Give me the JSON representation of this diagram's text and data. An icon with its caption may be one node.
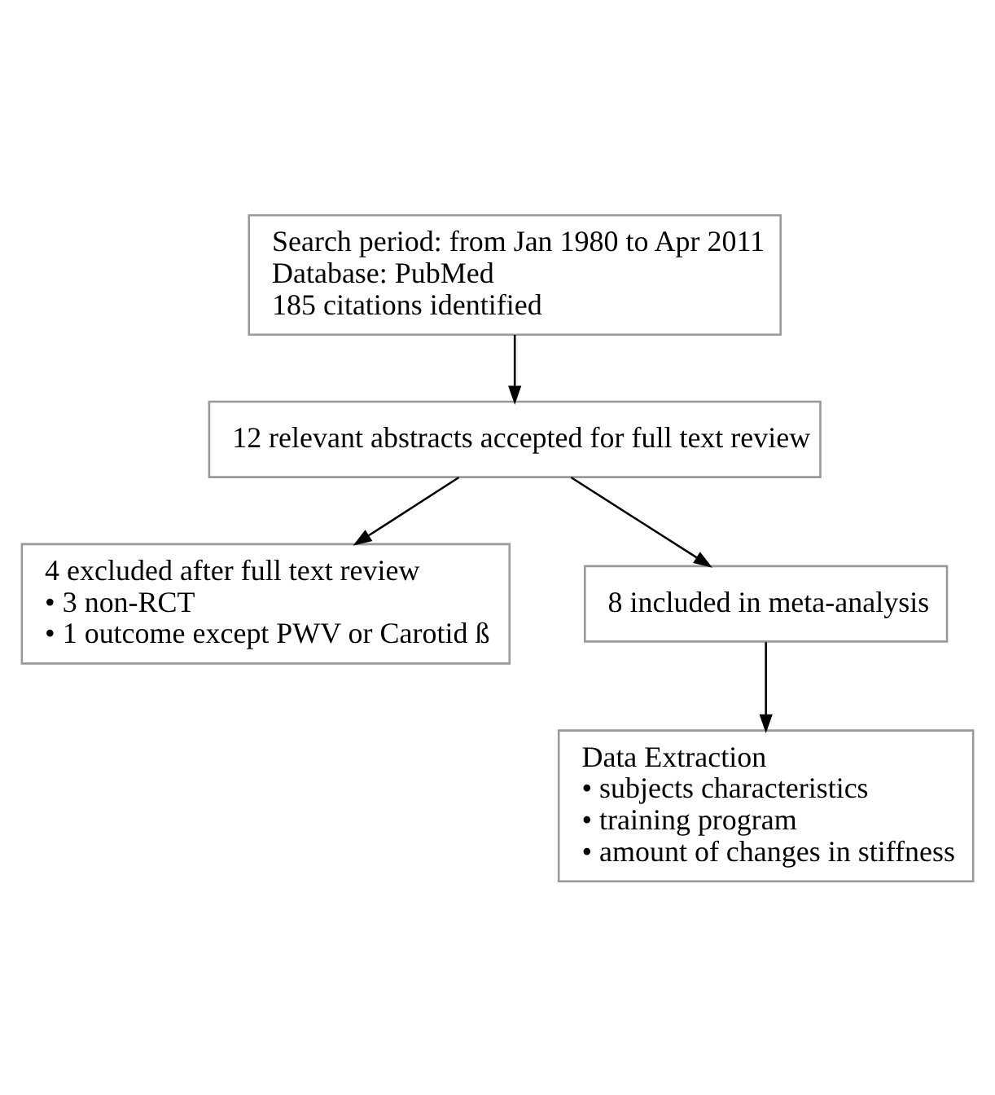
{
  "diagram": {
    "nodes": [
      {
        "text": [
          "Search period: from Jan 1980 to Apr 2011",
          "Database: PubMed",
          "185 citations identified"
        ]
      },
      {
        "text": [
          "12 relevant abstracts accepted for full text review"
        ]
      },
      {
        "text": [
          "4 excluded after full text review",
          "• 3 non-RCT",
          "• 1 outcome except PWV or Carotid ß"
        ]
      },
      {
        "text": [
          "8 included in meta-analysis"
        ]
      },
      {
        "text": [
          "Data Extraction",
          "• subjects characteristics",
          "• training program",
          "• amount of changes in stiffness"
        ]
      }
    ],
    "edges": [
      {
        "from": 0,
        "to": 1,
        "arrow": "to"
      },
      {
        "from": 1,
        "to": 2,
        "arrow": "to"
      },
      {
        "from": 1,
        "to": 3,
        "arrow": "to"
      },
      {
        "from": 3,
        "to": 4,
        "arrow": "to"
      }
    ]
  }
}
